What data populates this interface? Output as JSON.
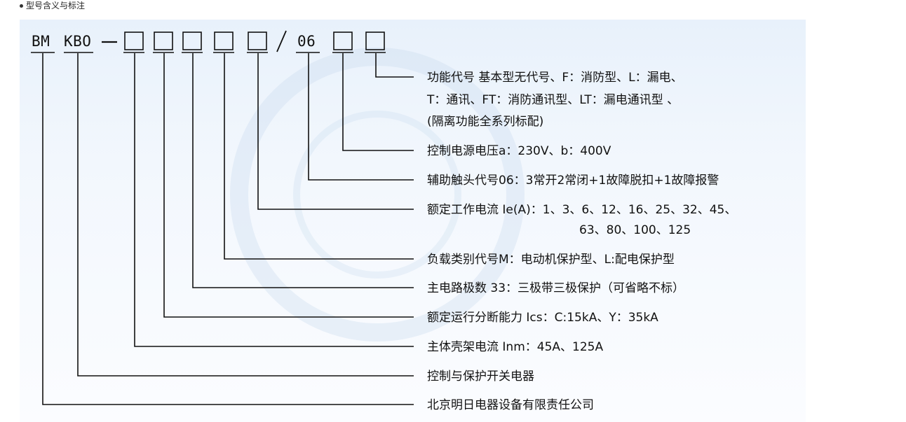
{
  "header": {
    "title": "型号含义与标注"
  },
  "code": {
    "prefix1": "BM",
    "prefix2": "KBO",
    "dash": "-",
    "slash": "/",
    "contacts": "06"
  },
  "descriptions": [
    {
      "id": "function",
      "lines": [
        "功能代号 基本型无代号、F：消防型、L：漏电、",
        "T：通讯、FT：消防通讯型、LT：漏电通讯型 、",
        "(隔离功能全系列标配)"
      ]
    },
    {
      "id": "voltage",
      "lines": [
        "控制电源电压a：230V、b：400V"
      ]
    },
    {
      "id": "aux",
      "lines": [
        "辅助触头代号06：3常开2常闭+1故障脱扣+1故障报警"
      ]
    },
    {
      "id": "current",
      "lines": [
        "额定工作电流 Ie(A)：1、3、6、12、16、25、32、45、",
        "63、80、100、125"
      ]
    },
    {
      "id": "load",
      "lines": [
        "负载类别代号M：电动机保护型、L:配电保护型"
      ]
    },
    {
      "id": "poles",
      "lines": [
        "主电路极数 33：三极带三极保护（可省略不标）"
      ]
    },
    {
      "id": "breaking",
      "lines": [
        "额定运行分断能力 Ics：C:15kA、Y：35kA"
      ]
    },
    {
      "id": "frame",
      "lines": [
        "主体壳架电流 Inm：45A、125A"
      ]
    },
    {
      "id": "device",
      "lines": [
        "控制与保护开关电器"
      ]
    },
    {
      "id": "company",
      "lines": [
        "北京明日电器设备有限责任公司"
      ]
    }
  ]
}
